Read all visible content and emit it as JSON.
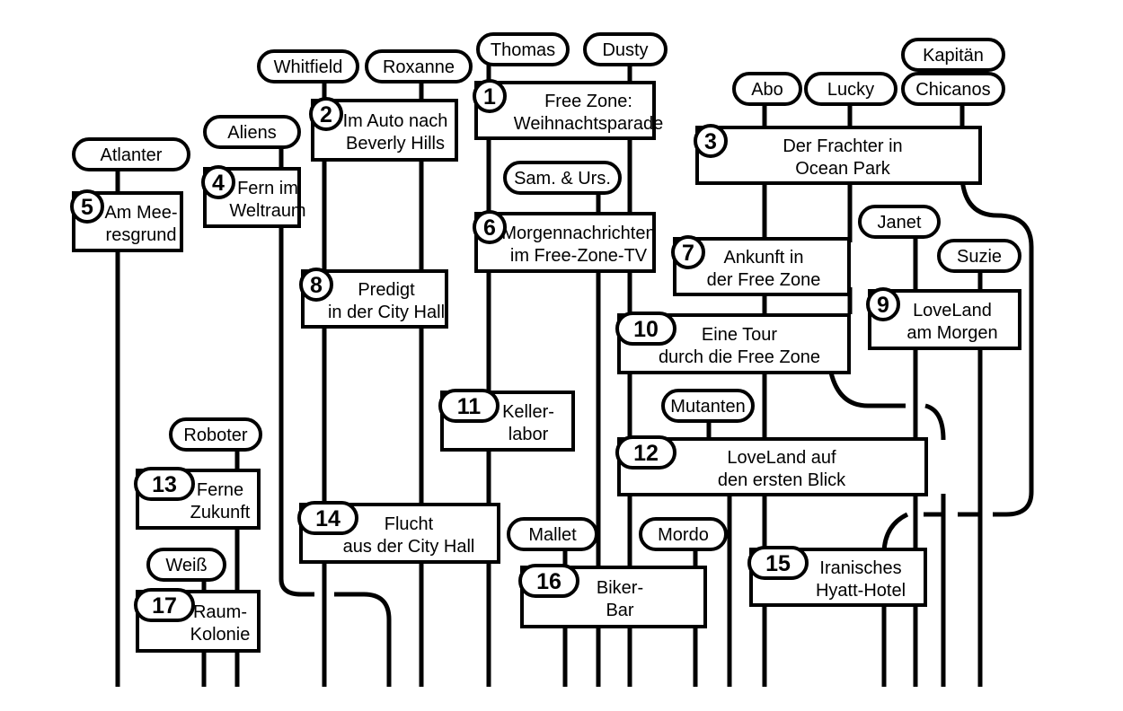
{
  "characters": [
    {
      "id": "atlanter",
      "label": "Atlanter"
    },
    {
      "id": "aliens",
      "label": "Aliens"
    },
    {
      "id": "whitfield",
      "label": "Whitfield"
    },
    {
      "id": "roxanne",
      "label": "Roxanne"
    },
    {
      "id": "thomas",
      "label": "Thomas"
    },
    {
      "id": "dusty",
      "label": "Dusty"
    },
    {
      "id": "sam-urs",
      "label": "Sam. & Urs."
    },
    {
      "id": "abo",
      "label": "Abo"
    },
    {
      "id": "lucky",
      "label": "Lucky"
    },
    {
      "id": "kapitan",
      "label": "Kapitän"
    },
    {
      "id": "chicanos",
      "label": "Chicanos"
    },
    {
      "id": "janet",
      "label": "Janet"
    },
    {
      "id": "suzie",
      "label": "Suzie"
    },
    {
      "id": "mutanten",
      "label": "Mutanten"
    },
    {
      "id": "roboter",
      "label": "Roboter"
    },
    {
      "id": "weiss",
      "label": "Weiß"
    },
    {
      "id": "mallet",
      "label": "Mallet"
    },
    {
      "id": "mordo",
      "label": "Mordo"
    }
  ],
  "scenes": [
    {
      "num": "1",
      "lines": [
        "Free Zone:",
        "Weihnachtsparade"
      ]
    },
    {
      "num": "2",
      "lines": [
        "Im Auto nach",
        "Beverly Hills"
      ]
    },
    {
      "num": "3",
      "lines": [
        "Der Frachter in",
        "Ocean Park"
      ]
    },
    {
      "num": "4",
      "lines": [
        "Fern im",
        "Weltraum"
      ]
    },
    {
      "num": "5",
      "lines": [
        "Am Mee-",
        "resgrund"
      ]
    },
    {
      "num": "6",
      "lines": [
        "Morgennachrichten",
        "im Free-Zone-TV"
      ]
    },
    {
      "num": "7",
      "lines": [
        "Ankunft in",
        "der Free Zone"
      ]
    },
    {
      "num": "8",
      "lines": [
        "Predigt",
        "in der City Hall"
      ]
    },
    {
      "num": "9",
      "lines": [
        "LoveLand",
        "am Morgen"
      ]
    },
    {
      "num": "10",
      "lines": [
        "Eine Tour",
        "durch die Free Zone"
      ]
    },
    {
      "num": "11",
      "lines": [
        "Keller-",
        "labor"
      ]
    },
    {
      "num": "12",
      "lines": [
        "LoveLand auf",
        "den ersten Blick"
      ]
    },
    {
      "num": "13",
      "lines": [
        "Ferne",
        "Zukunft"
      ]
    },
    {
      "num": "14",
      "lines": [
        "Flucht",
        "aus der City Hall"
      ]
    },
    {
      "num": "15",
      "lines": [
        "Iranisches",
        "Hyatt-Hotel"
      ]
    },
    {
      "num": "16",
      "lines": [
        "Biker-",
        "Bar"
      ]
    },
    {
      "num": "17",
      "lines": [
        "Raum-",
        "Kolonie"
      ]
    }
  ]
}
